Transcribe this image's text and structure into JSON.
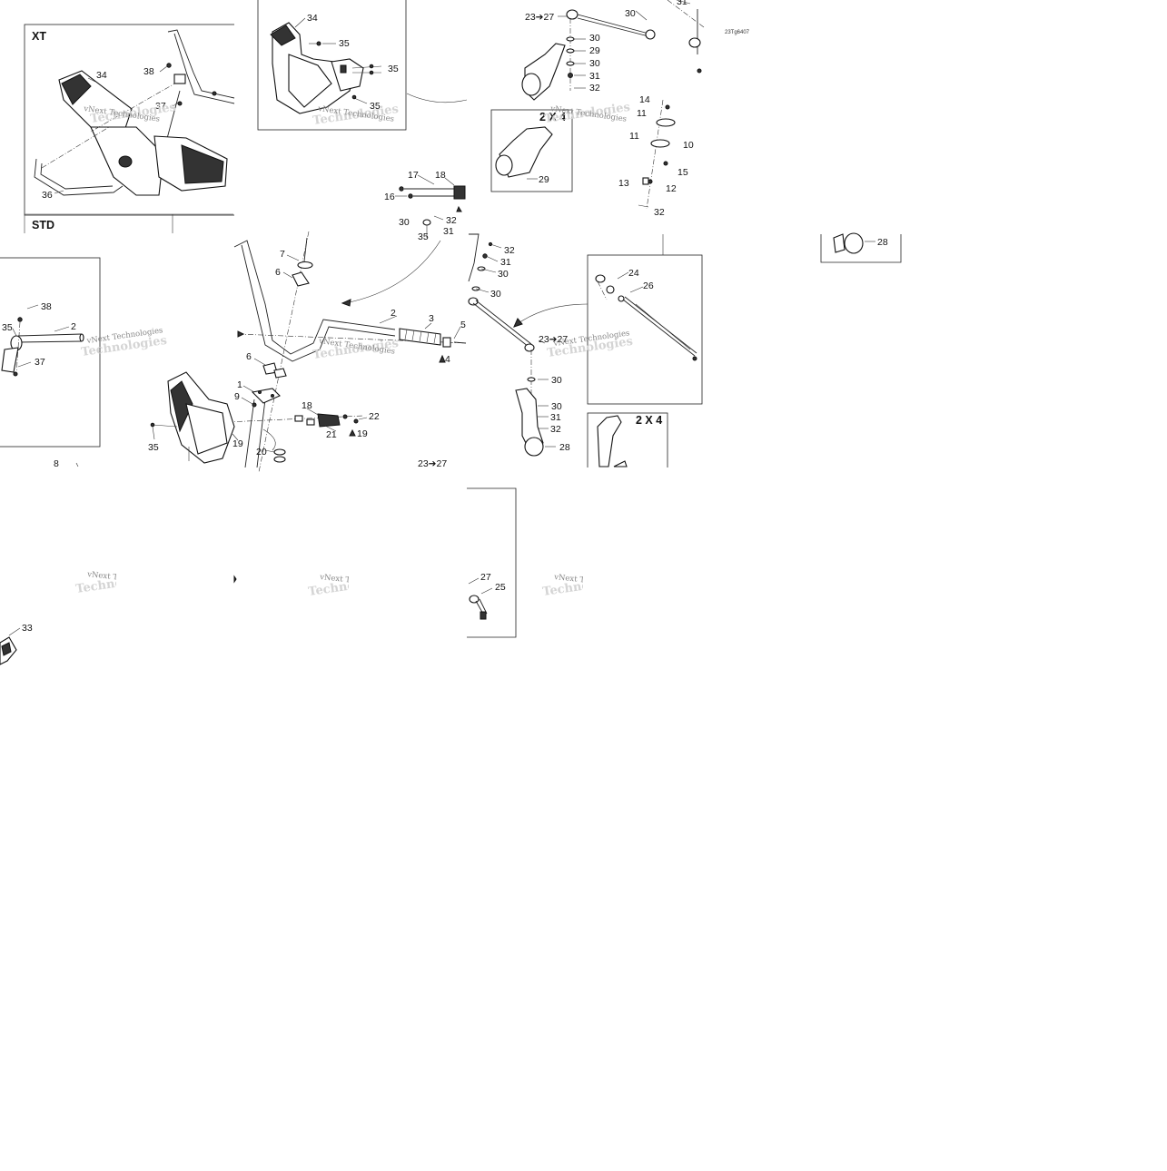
{
  "diagram": {
    "reference_code": "23Tg6407",
    "watermark_text": "vNext Technologies",
    "watermark_text_faint": "Technologies",
    "panels": [
      {
        "id": "xt",
        "title": "XT"
      },
      {
        "id": "std",
        "title": "STD"
      },
      {
        "id": "2x4-top",
        "title": "2 X 4"
      },
      {
        "id": "2x4-bottom",
        "title": "2 X 4"
      }
    ],
    "callouts": [
      "34",
      "38",
      "37",
      "36",
      "34",
      "35",
      "35",
      "35",
      "30",
      "31",
      "23➔27",
      "30",
      "29",
      "30",
      "31",
      "32",
      "14",
      "11",
      "11",
      "10",
      "15",
      "13",
      "12",
      "32",
      "29",
      "17",
      "18",
      "16",
      "30",
      "32",
      "35",
      "31",
      "28",
      "35",
      "38",
      "2",
      "37",
      "7",
      "6",
      "2",
      "3",
      "5",
      "4",
      "6",
      "1",
      "9",
      "18",
      "22",
      "21",
      "19",
      "35",
      "19",
      "20",
      "23➔27",
      "32",
      "31",
      "30",
      "30",
      "24",
      "26",
      "23➔27",
      "30",
      "30",
      "31",
      "32",
      "28",
      "8",
      "27",
      "25",
      "33"
    ]
  }
}
